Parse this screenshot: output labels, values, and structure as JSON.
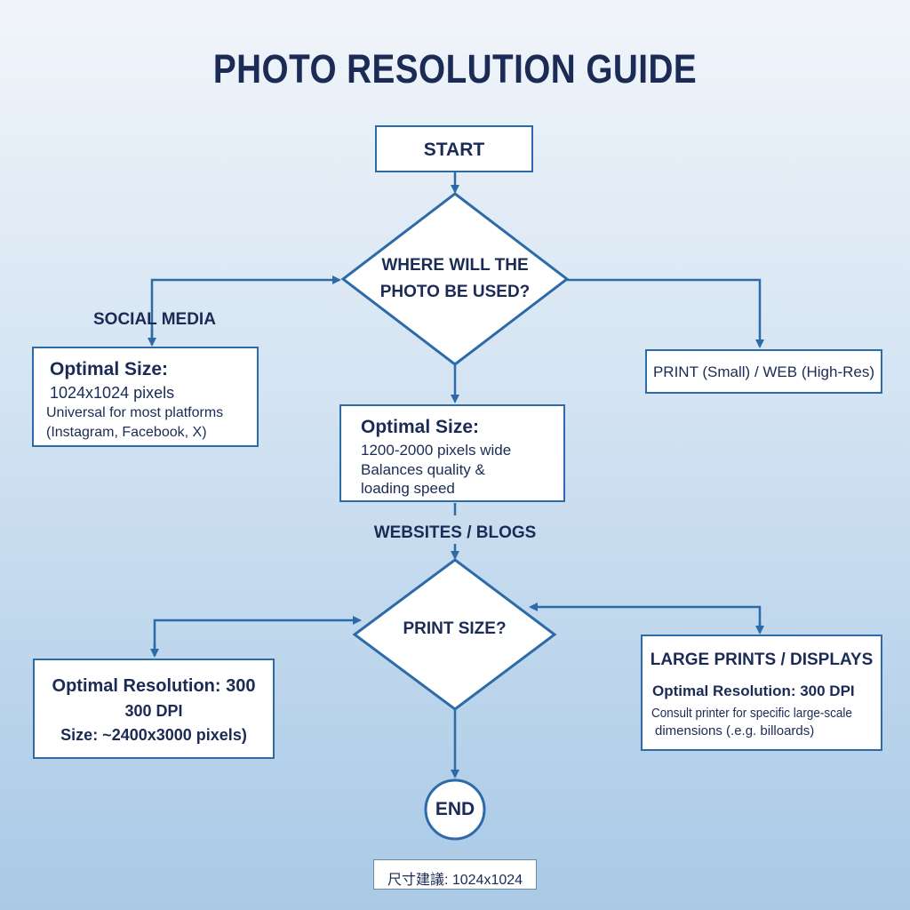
{
  "title": "PHOTO RESOLUTION GUIDE",
  "start": "START",
  "decision1": [
    "WHERE WILL THE",
    "PHOTO BE USED?"
  ],
  "social": {
    "edge_label": "SOCIAL MEDIA",
    "title": "Optimal Size:",
    "line1": "1024x1024 pixels",
    "line2": "Universal for most platforms",
    "line3": "(Instagram, Facebook, X)"
  },
  "print_web": "PRINT (Small) / WEB (High-Res)",
  "web": {
    "title": "Optimal Size:",
    "line1": "1200-2000 pixels wide",
    "line2": "Balances quality &",
    "line3": "loading speed",
    "edge_label": "WEBSITES / BLOGS"
  },
  "decision2": "PRINT SIZE?",
  "print_small": {
    "line1": "Optimal Resolution: 300",
    "line2": "300 DPI",
    "line3": "Size: ~2400x3000 pixels)"
  },
  "print_large": {
    "title": "LARGE PRINTS / DISPLAYS",
    "line1": "Optimal Resolution: 300 DPI",
    "line2": "Consult printer for specific large-scale",
    "line3": "dimensions (.e.g. billoards)"
  },
  "end": "END",
  "footer": "尺寸建議: 1024x1024",
  "colors": {
    "line": "#2c6ba8",
    "text": "#1b2b55",
    "box_fill": "#ffffff"
  }
}
